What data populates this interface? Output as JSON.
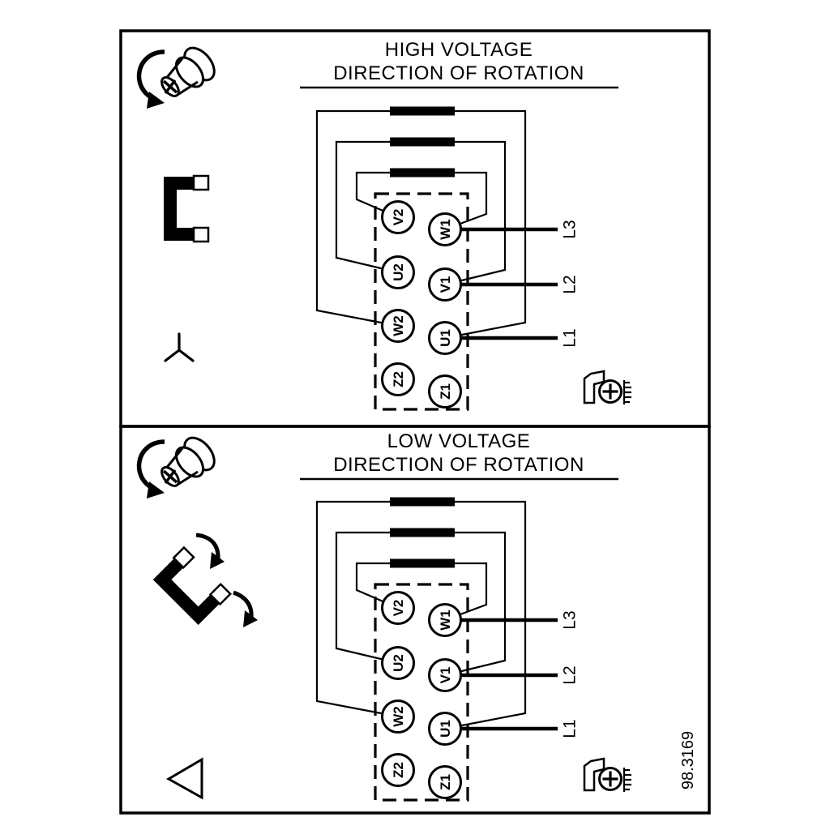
{
  "figure_number": "98.3169",
  "colors": {
    "line": "#000000",
    "background": "#ffffff"
  },
  "panels": {
    "high": {
      "title_line1": "HIGH VOLTAGE",
      "title_line2": "DIRECTION OF ROTATION",
      "connection_type": "star",
      "terminals_left": [
        "V2",
        "U2",
        "W2",
        "Z2"
      ],
      "terminals_right": [
        "W1",
        "V1",
        "U1",
        "Z1"
      ],
      "supply_labels": [
        "L3",
        "L2",
        "L1"
      ]
    },
    "low": {
      "title_line1": "LOW VOLTAGE",
      "title_line2": "DIRECTION OF ROTATION",
      "connection_type": "delta",
      "terminals_left": [
        "V2",
        "U2",
        "W2",
        "Z2"
      ],
      "terminals_right": [
        "W1",
        "V1",
        "U1",
        "Z1"
      ],
      "supply_labels": [
        "L3",
        "L2",
        "L1"
      ]
    }
  },
  "icons": [
    "screw-rotation-icon",
    "jumper-link-icon",
    "star-connection-icon",
    "jumper-links-move-icon",
    "delta-connection-icon",
    "ground-screw-icon"
  ]
}
